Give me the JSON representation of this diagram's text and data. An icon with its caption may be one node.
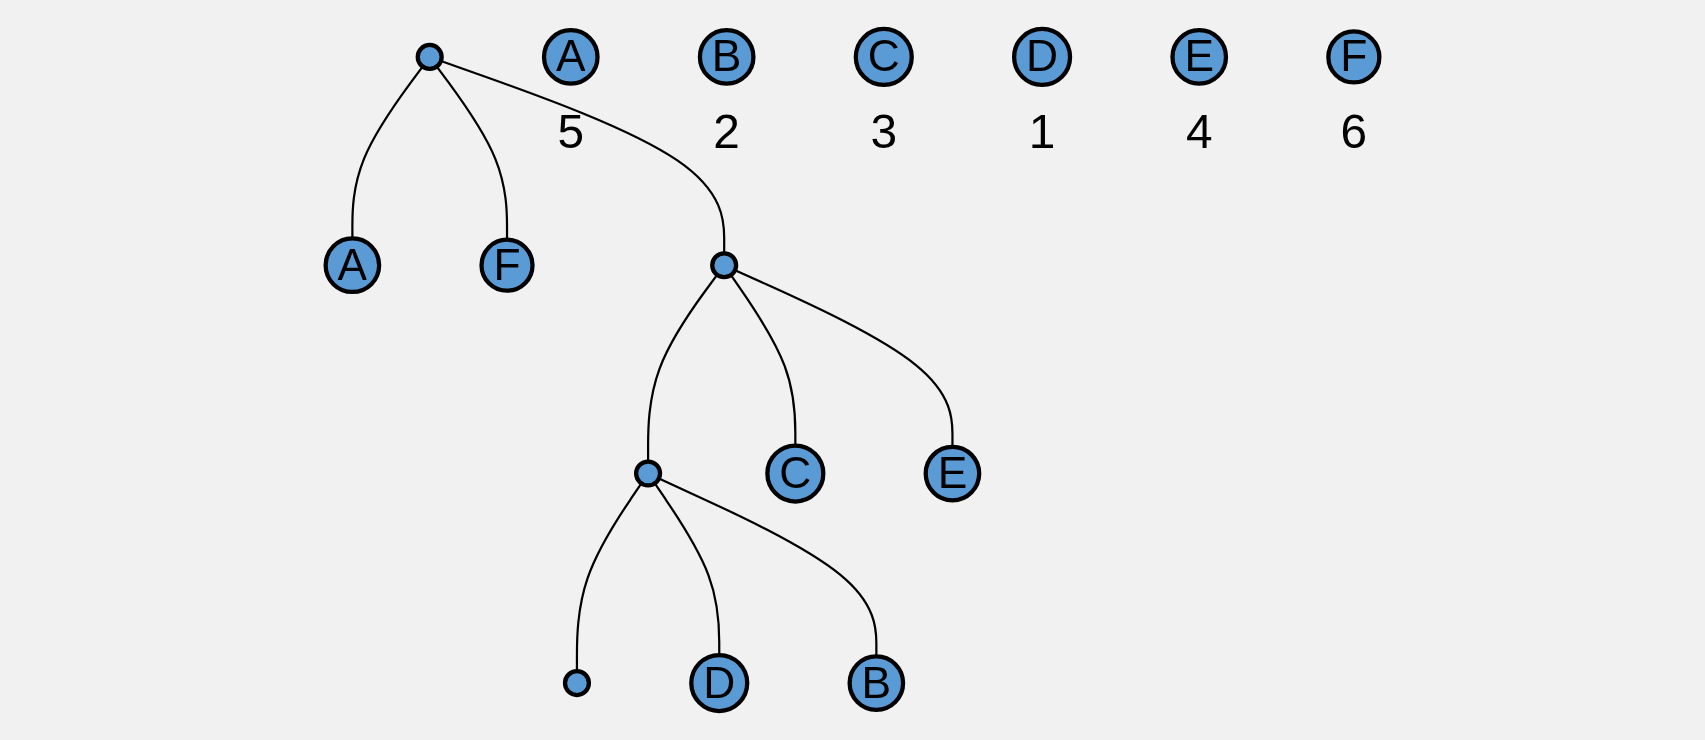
{
  "diagram": {
    "nodes": [
      {
        "text": [],
        "shape": "circle"
      },
      {
        "text": [
          "A"
        ]
      },
      {
        "text": [
          "F"
        ]
      },
      {
        "text": [],
        "shape": "circle"
      },
      {
        "text": [],
        "shape": "circle"
      },
      {
        "text": [
          "C"
        ]
      },
      {
        "text": [
          "E"
        ]
      },
      {
        "text": [],
        "shape": "circle"
      },
      {
        "text": [
          "D"
        ]
      },
      {
        "text": [
          "B"
        ]
      },
      {
        "text": [
          "A"
        ],
        "beside": [
          "5"
        ]
      },
      {
        "text": [
          "B"
        ],
        "beside": [
          "2"
        ]
      },
      {
        "text": [
          "C"
        ],
        "beside": [
          "3"
        ]
      },
      {
        "text": [
          "D"
        ],
        "beside": [
          "1"
        ]
      },
      {
        "text": [
          "E"
        ],
        "beside": [
          "4"
        ]
      },
      {
        "text": [
          "F"
        ],
        "beside": [
          "6"
        ]
      }
    ],
    "edges": [
      {
        "from": 0,
        "to": 1,
        "arrow": "none"
      },
      {
        "from": 0,
        "to": 2,
        "arrow": "none"
      },
      {
        "from": 0,
        "to": 3,
        "arrow": "none"
      },
      {
        "from": 3,
        "to": 4,
        "arrow": "none"
      },
      {
        "from": 3,
        "to": 5,
        "arrow": "none"
      },
      {
        "from": 3,
        "to": 6,
        "arrow": "none"
      },
      {
        "from": 4,
        "to": 7,
        "arrow": "none"
      },
      {
        "from": 4,
        "to": 8,
        "arrow": "none"
      },
      {
        "from": 4,
        "to": 9,
        "arrow": "none"
      }
    ]
  }
}
